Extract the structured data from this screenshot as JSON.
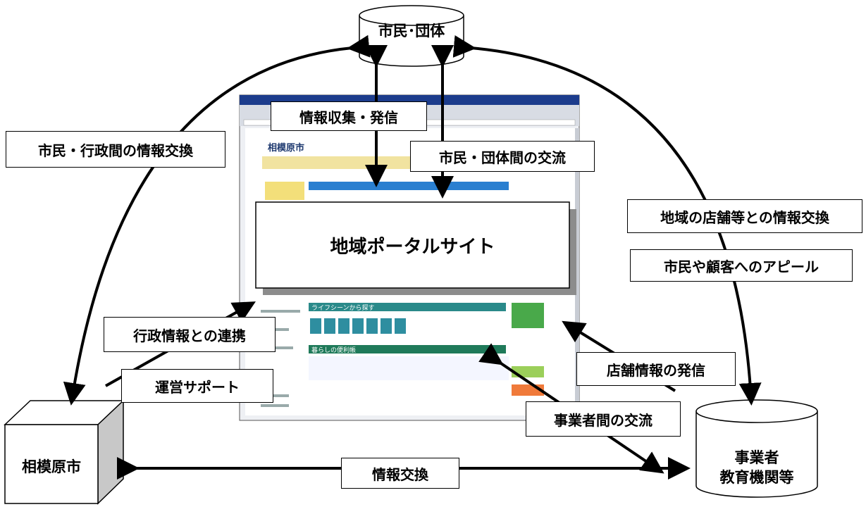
{
  "nodes": {
    "citizens": "市民･団体",
    "city": "相模原市",
    "business_line1": "事業者",
    "business_line2": "教育機関等"
  },
  "portal": {
    "title": "地域ポータルサイト",
    "screenshot_site_name": "相模原市",
    "screenshot_section_1": "ライフシーンから探す",
    "screenshot_section_2": "暮らしの便利帳"
  },
  "labels": {
    "info_collect": "情報収集・発信",
    "citizen_group_exchange": "市民・団体間の交流",
    "citizen_gov_exchange": "市民・行政間の情報交換",
    "local_shop_exchange": "地域の店舗等との情報交換",
    "appeal": "市民や顧客へのアピール",
    "admin_link": "行政情報との連携",
    "ops_support": "運営サポート",
    "shop_info": "店舗情報の発信",
    "business_exchange": "事業者間の交流",
    "info_exchange": "情報交換"
  }
}
